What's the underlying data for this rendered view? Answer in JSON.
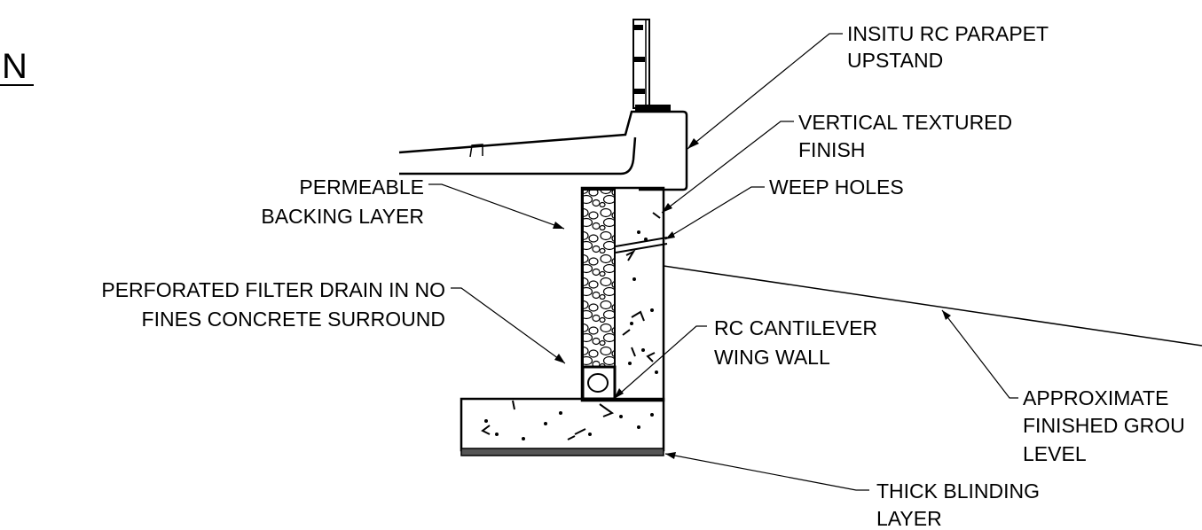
{
  "title_fragment": "N",
  "labels": {
    "parapet": [
      "INSITU RC PARAPET",
      "UPSTAND"
    ],
    "textured": [
      "VERTICAL TEXTURED",
      "FINISH"
    ],
    "weep": [
      "WEEP HOLES"
    ],
    "permeable": [
      "PERMEABLE",
      "BACKING LAYER"
    ],
    "drain": [
      "PERFORATED FILTER DRAIN IN NO",
      "FINES CONCRETE SURROUND"
    ],
    "cantilever": [
      "RC CANTILEVER",
      "WING WALL"
    ],
    "ground": [
      "APPROXIMATE",
      "FINISHED GROU",
      "LEVEL"
    ],
    "blinding": [
      "THICK BLINDING",
      "LAYER"
    ]
  }
}
